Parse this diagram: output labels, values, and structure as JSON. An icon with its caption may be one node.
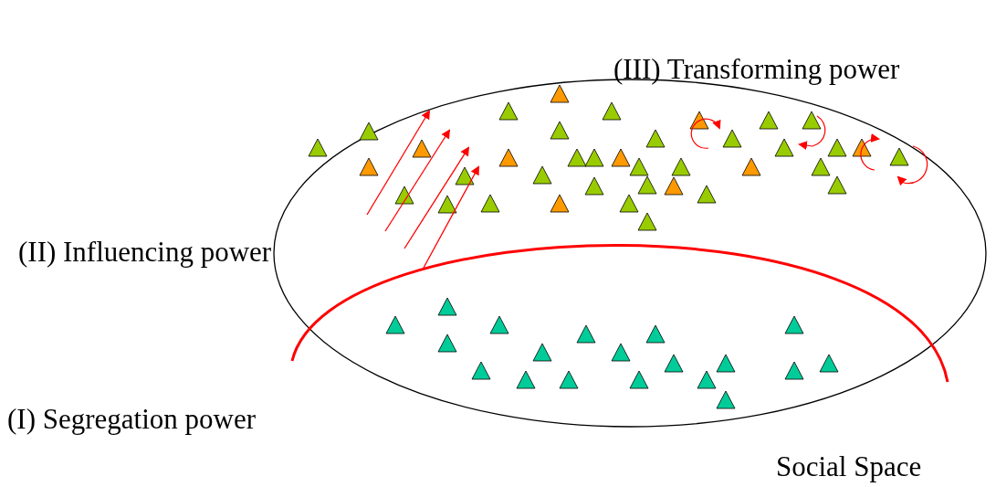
{
  "diagram": {
    "labels": [
      "(III) Transforming power",
      "(II) Influencing power",
      "(I) Segregation power",
      "Social Space"
    ]
  }
}
